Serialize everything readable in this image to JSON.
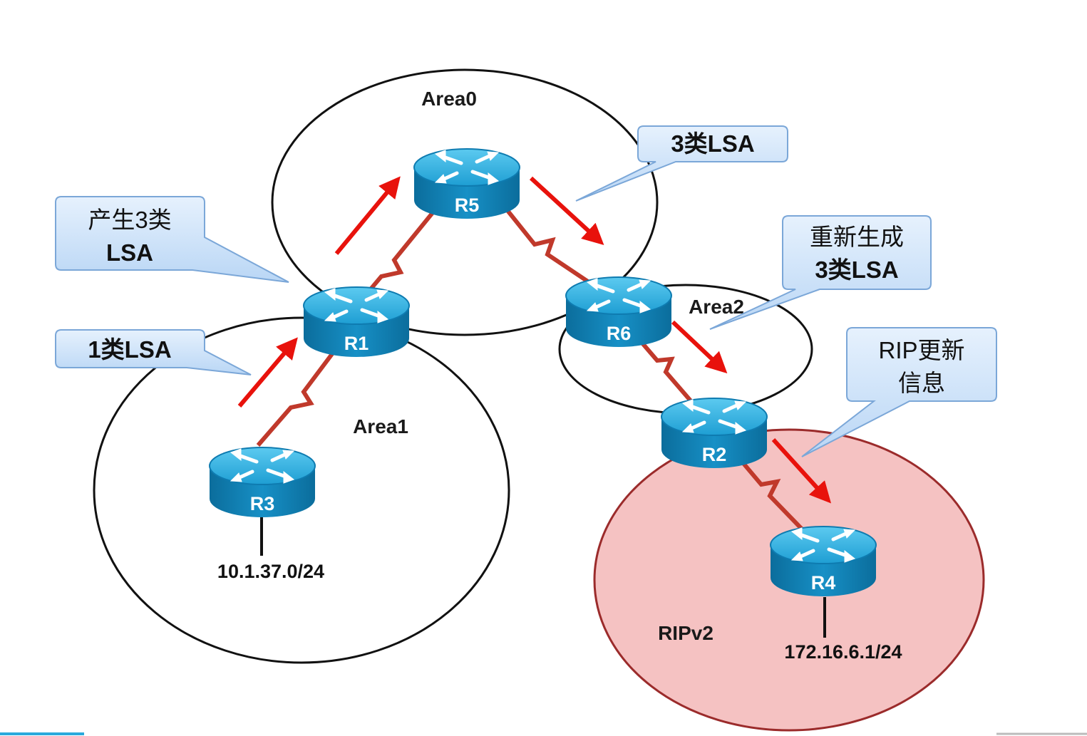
{
  "areas": {
    "area0": "Area0",
    "area1": "Area1",
    "area2": "Area2",
    "rip": "RIPv2"
  },
  "routers": {
    "r1": "R1",
    "r2": "R2",
    "r3": "R3",
    "r4": "R4",
    "r5": "R5",
    "r6": "R6"
  },
  "networks": {
    "r3_net": "10.1.37.0/24",
    "r4_net": "172.16.6.1/24"
  },
  "callouts": {
    "type1": "1类LSA",
    "generate_line1": "产生3类",
    "generate_line2": "LSA",
    "type3": "3类LSA",
    "regen_line1": "重新生成",
    "regen_line2": "3类LSA",
    "rip_line1": "RIP更新",
    "rip_line2": "信息"
  },
  "colors": {
    "router_top": "#2aa9dc",
    "router_side": "#0f7fb3",
    "serial_link": "#c0392b",
    "arrow": "#e8120c",
    "rip_area_fill": "#f5c2c2",
    "rip_area_stroke": "#9b2b2b",
    "callout_fill": "#cfe4fb",
    "callout_stroke": "#7ba7d8"
  }
}
